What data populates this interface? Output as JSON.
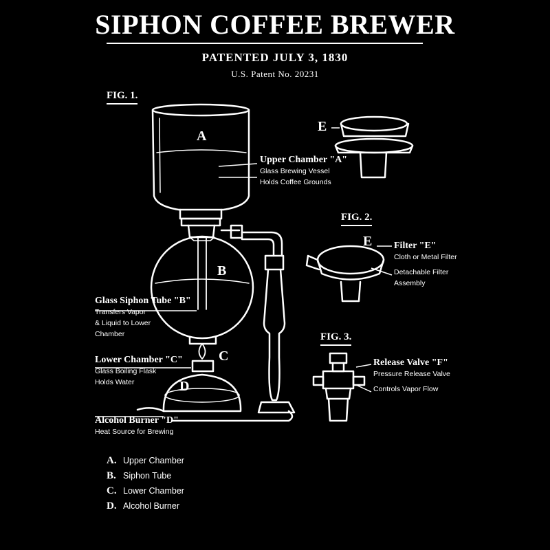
{
  "title": "SIPHON COFFEE BREWER",
  "subtitle": "PATENTED JULY 3, 1830",
  "patent_number": "U.S. Patent No. 20231",
  "figures": {
    "fig1": "FIG. 1.",
    "fig2": "FIG. 2.",
    "fig3": "FIG. 3."
  },
  "part_letters": {
    "a": "A",
    "b": "B",
    "c": "C",
    "d": "D",
    "e1": "E",
    "e2": "E"
  },
  "labels": {
    "upper": {
      "title": "Upper Chamber \"A\"",
      "line1": "Glass Brewing Vessel",
      "line2": "Holds Coffee Grounds"
    },
    "tube": {
      "title": "Glass Siphon Tube \"B\"",
      "line1": "Transfers Vapor",
      "line2": "& Liquid to Lower",
      "line3": "Chamber"
    },
    "lower": {
      "title": "Lower Chamber \"C\"",
      "line1": "Glass Boiling Flask",
      "line2": "Holds Water"
    },
    "burner": {
      "title": "Alcohol Burner \"D\"",
      "line1": "Heat Source for Brewing"
    },
    "filter": {
      "title": "Filter \"E\"",
      "line1": "Cloth or Metal Filter",
      "line2": "Detachable Filter",
      "line3": "Assembly"
    },
    "valve": {
      "title": "Release Valve \"F\"",
      "line1": "Pressure Release Valve",
      "line2": "Controls Vapor Flow"
    }
  },
  "legend": [
    {
      "key": "A.",
      "text": "Upper Chamber"
    },
    {
      "key": "B.",
      "text": "Siphon Tube"
    },
    {
      "key": "C.",
      "text": "Lower Chamber"
    },
    {
      "key": "D.",
      "text": "Alcohol Burner"
    }
  ],
  "colors": {
    "ink": "#ffffff",
    "background": "#000000"
  }
}
